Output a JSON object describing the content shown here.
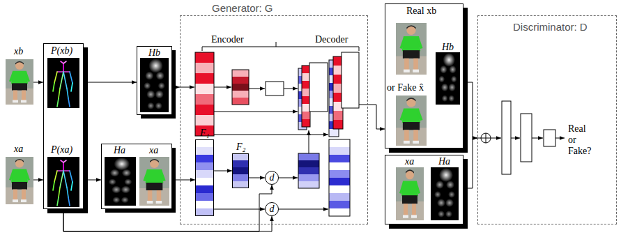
{
  "diagram": {
    "nodes": [
      {
        "text": [
          "xb"
        ]
      },
      {
        "text": [
          "xa"
        ]
      },
      {
        "text": [
          "P(xb)",
          "P(xa)"
        ]
      },
      {
        "text": [
          "Hb"
        ]
      },
      {
        "text": [
          "Ha",
          "xa"
        ]
      },
      {
        "text": [
          "Generator: G"
        ]
      },
      {
        "text": [
          "F₁"
        ],
        "in": 5
      },
      {
        "text": [
          "F₂"
        ],
        "in": 5
      },
      {
        "text": [
          "d"
        ],
        "in": 5
      },
      {
        "text": [
          "d"
        ],
        "in": 5
      },
      {
        "text": [
          "Real xb",
          "or Fake x̂",
          "Hb"
        ]
      },
      {
        "text": [
          "xa",
          "Ha"
        ]
      },
      {
        "text": [
          "Discriminator: D"
        ]
      }
    ],
    "edges": [
      {
        "from": 0,
        "to": 2,
        "arrow": "to"
      },
      {
        "from": 1,
        "to": 2,
        "arrow": "to"
      },
      {
        "from": 2,
        "to": 3,
        "arrow": "to"
      },
      {
        "from": 2,
        "to": 4,
        "arrow": "to"
      },
      {
        "from": 3,
        "to": 5,
        "arrow": "to"
      },
      {
        "from": 4,
        "to": 6,
        "arrow": "to"
      },
      {
        "from": 6,
        "to": 7,
        "arrow": "to"
      },
      {
        "from": 7,
        "to": 8,
        "arrow": "to"
      },
      {
        "from": 6,
        "to": 9,
        "arrow": "to"
      },
      {
        "from": 2,
        "to": 8,
        "arrow": "to"
      },
      {
        "from": 2,
        "to": 9,
        "arrow": "to"
      },
      {
        "from": 5,
        "to": 10,
        "arrow": "to"
      },
      {
        "from": 10,
        "to": 12,
        "arrow": "to"
      },
      {
        "from": 11,
        "to": 12,
        "arrow": "to"
      }
    ],
    "labels": [
      "Encoder",
      "Decoder",
      "Real or Fake?"
    ]
  }
}
